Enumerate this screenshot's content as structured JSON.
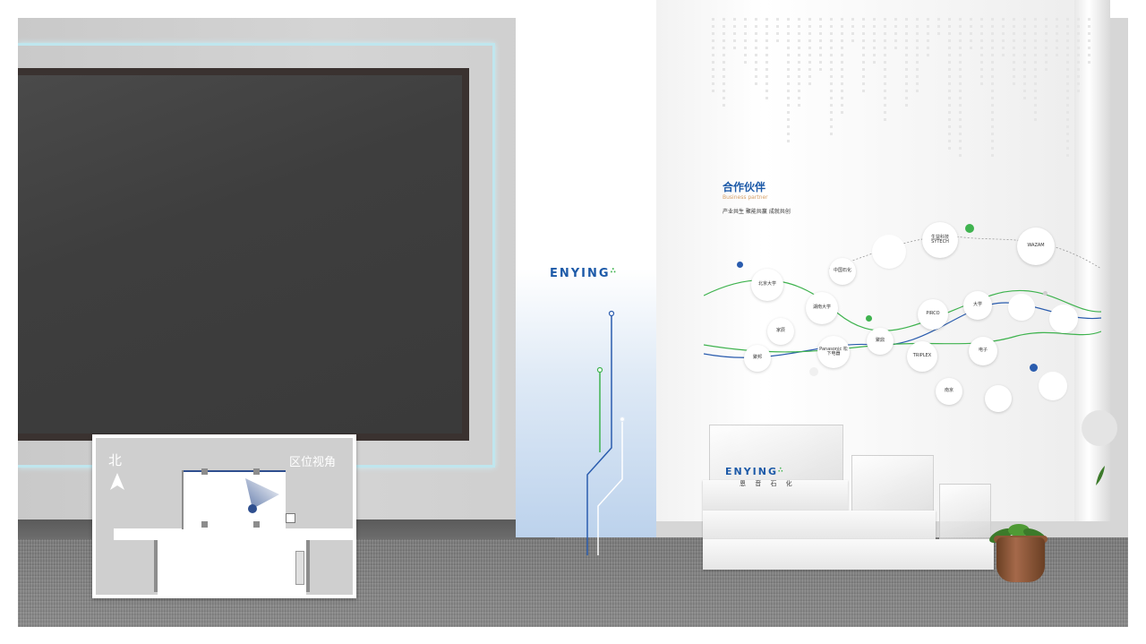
{
  "column_brand": {
    "logo": "ENYING",
    "dots": "∴"
  },
  "partners": {
    "title": "合作伙伴",
    "subtitle": "Business partner",
    "slogan": "产业共生 聚能共赢 成就共创",
    "logos": [
      {
        "name": "sytech",
        "text": "生益科技 SYTECH"
      },
      {
        "name": "wazam",
        "text": "WAZAM"
      },
      {
        "name": "sinopec",
        "text": "中国石化"
      },
      {
        "name": "university-a",
        "text": "北京大学"
      },
      {
        "name": "university-b",
        "text": "湖南大学"
      },
      {
        "name": "pirco",
        "text": "PIRCO"
      },
      {
        "name": "university-c",
        "text": "大学"
      },
      {
        "name": "jiachen",
        "text": "家辰"
      },
      {
        "name": "panasonic",
        "text": "Panasonic 松下电器"
      },
      {
        "name": "triplex",
        "text": "TRIPLEX"
      },
      {
        "name": "company-small",
        "text": "电子"
      },
      {
        "name": "blue-logo",
        "text": "聚邦"
      },
      {
        "name": "jufeng",
        "text": "聚鼎"
      },
      {
        "name": "nanjing",
        "text": "南京"
      }
    ]
  },
  "pedestal_brand": {
    "logo": "ENYING",
    "dots": "∴",
    "cn": "恩 音 石 化"
  },
  "minimap": {
    "north": "北",
    "label": "区位视角"
  },
  "colors": {
    "brand_blue": "#1d5aa8",
    "brand_green": "#3fb34f",
    "accent_gold": "#d6a067"
  }
}
